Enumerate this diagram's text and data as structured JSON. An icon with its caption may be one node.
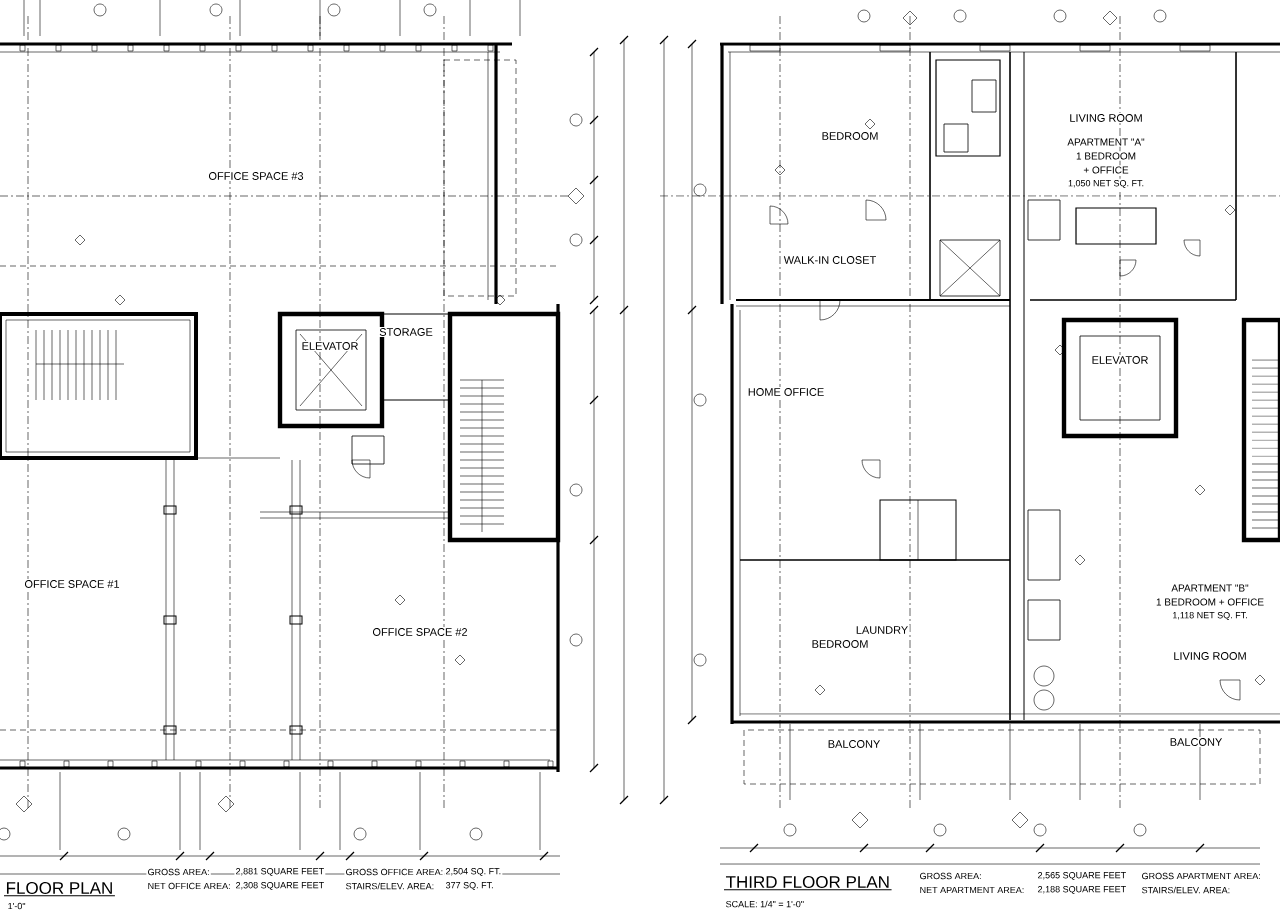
{
  "diagram": {
    "labels": [
      "FLOOR PLAN",
      "1'-0\"",
      "GROSS AREA:",
      "2,881 SQUARE FEET",
      "NET OFFICE AREA:",
      "2,308 SQUARE FEET",
      "GROSS OFFICE AREA:",
      "2,504 SQ. FT.",
      "STAIRS/ELEV. AREA:",
      "377 SQ. FT.",
      "THIRD FLOOR PLAN",
      "SCALE: 1/4\" = 1'-0\"",
      "GROSS AREA:",
      "2,565 SQUARE FEET",
      "NET APARTMENT AREA:",
      "2,188 SQUARE FEET",
      "GROSS APARTMENT AREA:",
      "STAIRS/ELEV. AREA:",
      "OFFICE SPACE #3",
      "OFFICE SPACE #1",
      "OFFICE SPACE #2",
      "ELEVATOR",
      "STORAGE",
      "APARTMENT \"A\"",
      "1 BEDROOM",
      "+ OFFICE",
      "1,050 NET SQ. FT.",
      "BEDROOM",
      "LIVING ROOM",
      "WALK-IN CLOSET",
      "HOME OFFICE",
      "ELEVATOR",
      "APARTMENT \"B\"",
      "1 BEDROOM + OFFICE",
      "1,118 NET SQ. FT.",
      "BEDROOM",
      "LAUNDRY",
      "LIVING ROOM",
      "BALCONY",
      "BALCONY"
    ]
  }
}
